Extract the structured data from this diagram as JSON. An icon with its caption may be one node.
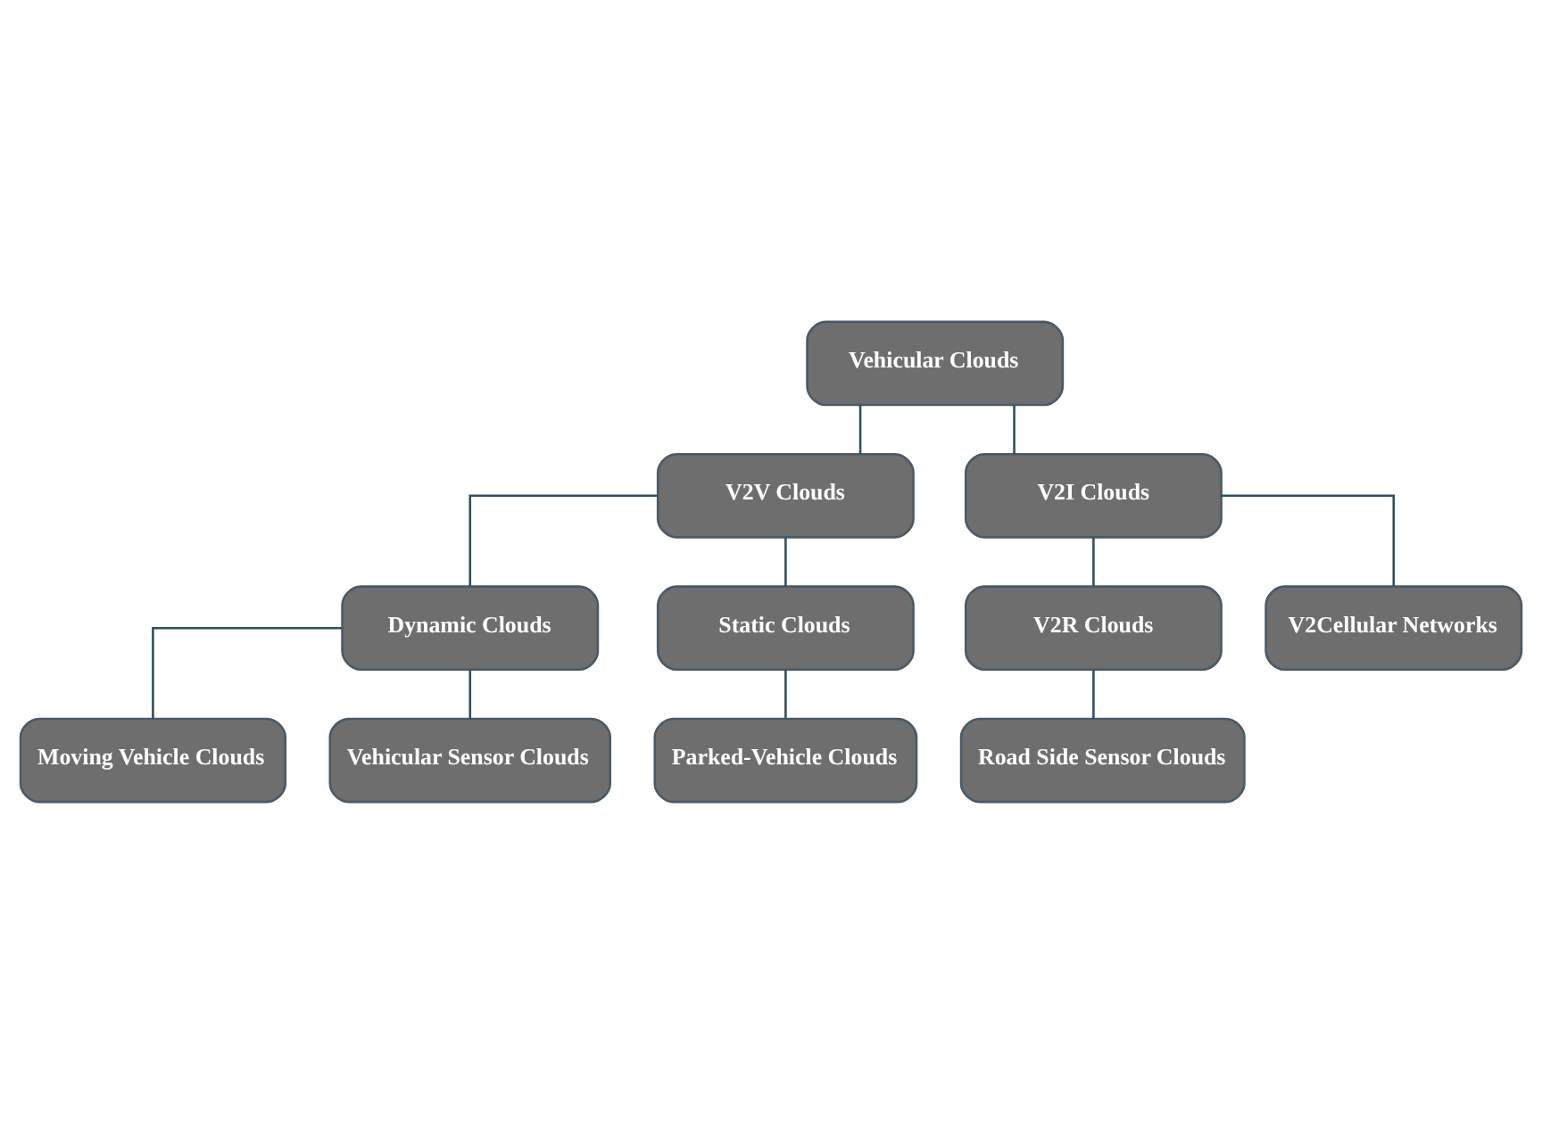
{
  "diagram": {
    "nodes": [
      {
        "text": [
          "Vehicular Clouds"
        ]
      },
      {
        "text": [
          "V2V Clouds"
        ]
      },
      {
        "text": [
          "V2I Clouds"
        ]
      },
      {
        "text": [
          "Dynamic Clouds"
        ]
      },
      {
        "text": [
          "Static Clouds"
        ]
      },
      {
        "text": [
          "V2R Clouds"
        ]
      },
      {
        "text": [
          "Moving Vehicle Clouds"
        ]
      },
      {
        "text": [
          "Parked-Vehicle Clouds"
        ]
      },
      {
        "text": [
          "V2Cellular Networks"
        ]
      },
      {
        "text": [
          "Vehicular Sensor Clouds"
        ]
      },
      {
        "text": [
          "Road Side Sensor Clouds"
        ]
      }
    ],
    "edges": [
      {
        "from": 0,
        "to": 1,
        "arrow": "none"
      },
      {
        "from": 0,
        "to": 2,
        "arrow": "none"
      },
      {
        "from": 1,
        "to": 3,
        "arrow": "none"
      },
      {
        "from": 1,
        "to": 4,
        "arrow": "none"
      },
      {
        "from": 2,
        "to": 5,
        "arrow": "none"
      },
      {
        "from": 2,
        "to": 8,
        "arrow": "none"
      },
      {
        "from": 3,
        "to": 6,
        "arrow": "none"
      },
      {
        "from": 3,
        "to": 9,
        "arrow": "none"
      },
      {
        "from": 4,
        "to": 7,
        "arrow": "none"
      },
      {
        "from": 5,
        "to": 10,
        "arrow": "none"
      }
    ]
  }
}
